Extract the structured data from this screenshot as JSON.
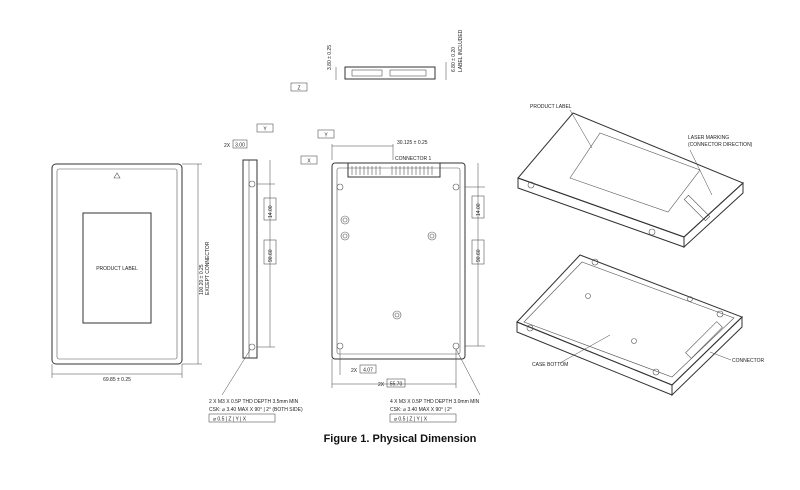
{
  "figure": {
    "caption": "Figure 1. Physical Dimension"
  },
  "labels": {
    "product_label": "PRODUCT LABEL",
    "product_label_3d": "PRODUCT LABEL",
    "laser_marking": "LASER MARKING",
    "connector_direction": "(CONNECTOR DIRECTION)",
    "case_bottom": "CASE BOTTOM",
    "connector": "CONNECTOR",
    "connector_1": "CONNECTOR 1"
  },
  "dimensions": {
    "top_height": "6.80 ± 0.20",
    "top_height_note": "LABEL INCLUDED",
    "top_height_2": "3.80 ± 0.25",
    "width": "69.85 ± 0.25",
    "length": "100.20 ± 0.25",
    "length_note": "EXCEPT CONNECTOR",
    "side_top": "3.00",
    "side_top_mult": "2X",
    "side_1": "14.00",
    "side_2": "90.60",
    "conn_offset": "30.125 ± 0.25",
    "bottom_1": "14.00",
    "bottom_2": "90.60",
    "bottom_3": "4.07",
    "bottom_4": "55.70",
    "mult_2x": "2X"
  },
  "datums": {
    "a": "Y",
    "b": "X",
    "c": "Z"
  },
  "notes": {
    "side_line1": "2 X M3 X 0.5P THD DEPTH 3.5mm MIN",
    "side_line2": "CSK: ⌀ 3.40 MAX X 90° | 2° (BOTH SIDE)",
    "bottom_line1": "4 X M3 X 0.5P THD DEPTH 3.0mm MIN",
    "bottom_line2": "CSK: ⌀ 3.40 MAX X 90° | 2°",
    "fcf": "⌀ 0.5 | Z | Y | X"
  }
}
